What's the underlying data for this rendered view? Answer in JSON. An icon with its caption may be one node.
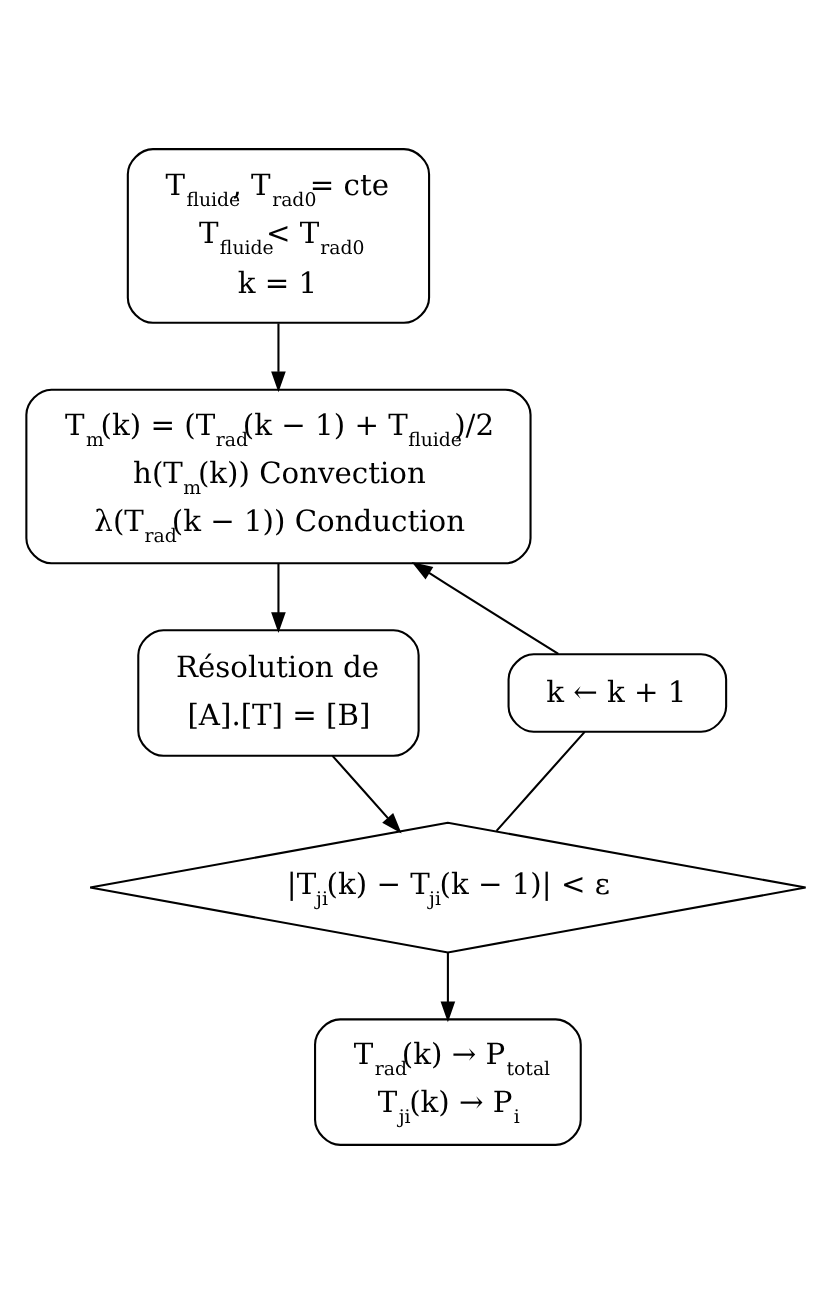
{
  "diagram": {
    "nodes": [
      {
        "text": [
          "T$_{fluide}$, T$_{rad0}$= cte",
          "T$_{fluide}$< T$_{rad0}$",
          "k = 1"
        ]
      },
      {
        "text": [
          "T$_{m}$(k) = (T$_{rad}$(k − 1) + T$_{fluide}$)/2",
          "h(T$_{m}$(k)) Convection",
          "λ(T$_{rad}$(k − 1)) Conduction"
        ]
      },
      {
        "text": [
          "Résolution de",
          "[A].[T] = [B]"
        ]
      },
      {
        "text": [
          "|T$_{ji}$(k) − T$_{ji}$(k − 1)| < ε"
        ]
      },
      {
        "text": [
          "k ← k + 1"
        ]
      },
      {
        "text": [
          "T$_{rad}$(k) → P$_{total}$",
          "T$_{ji}$(k) → P$_{i}$"
        ]
      }
    ],
    "edges": [
      {
        "from": 0,
        "to": 1,
        "arrow": "to"
      },
      {
        "from": 1,
        "to": 2,
        "arrow": "to"
      },
      {
        "from": 2,
        "to": 3,
        "arrow": "to"
      },
      {
        "from": 3,
        "to": 5,
        "arrow": "to"
      },
      {
        "from": 3,
        "to": 4,
        "arrow": "none"
      },
      {
        "from": 4,
        "to": 1,
        "arrow": "to"
      }
    ]
  }
}
